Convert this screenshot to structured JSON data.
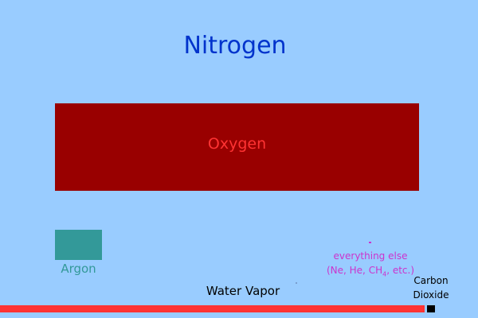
{
  "diagram": {
    "title": "Nitrogen",
    "components": {
      "nitrogen": {
        "label": "Nitrogen",
        "color": "#99ccff"
      },
      "oxygen": {
        "label": "Oxygen",
        "color": "#990000",
        "label_color": "#ff3333"
      },
      "argon": {
        "label": "Argon",
        "color": "#339999"
      },
      "water_vapor": {
        "label": "Water Vapor",
        "color": "#ff3333"
      },
      "carbon_dioxide": {
        "label_line1": "Carbon",
        "label_line2": "Dioxide",
        "color": "#000000"
      },
      "everything_else": {
        "mark": "-",
        "label_line1": "everything else",
        "label_prefix": "(Ne, He, CH",
        "label_sub": "4",
        "label_suffix": ", etc.)",
        "color": "#cc33cc"
      }
    }
  }
}
